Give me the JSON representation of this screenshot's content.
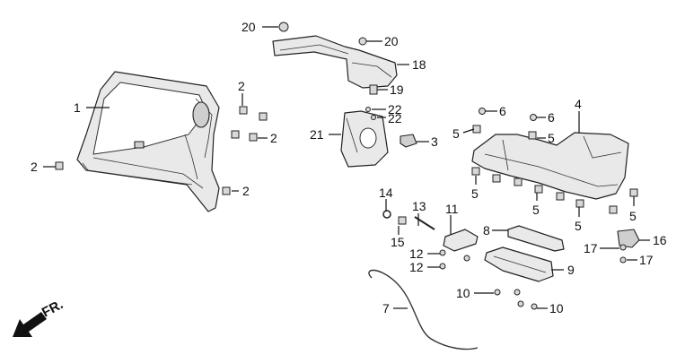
{
  "callouts": [
    "1",
    "2",
    "2",
    "2",
    "2",
    "2",
    "3",
    "4",
    "5",
    "5",
    "5",
    "5",
    "5",
    "5",
    "5",
    "6",
    "6",
    "7",
    "8",
    "9",
    "10",
    "10",
    "11",
    "12",
    "12",
    "13",
    "14",
    "15",
    "16",
    "17",
    "17",
    "18",
    "19",
    "20",
    "20",
    "21",
    "22",
    "22"
  ],
  "direction_label": "FR."
}
